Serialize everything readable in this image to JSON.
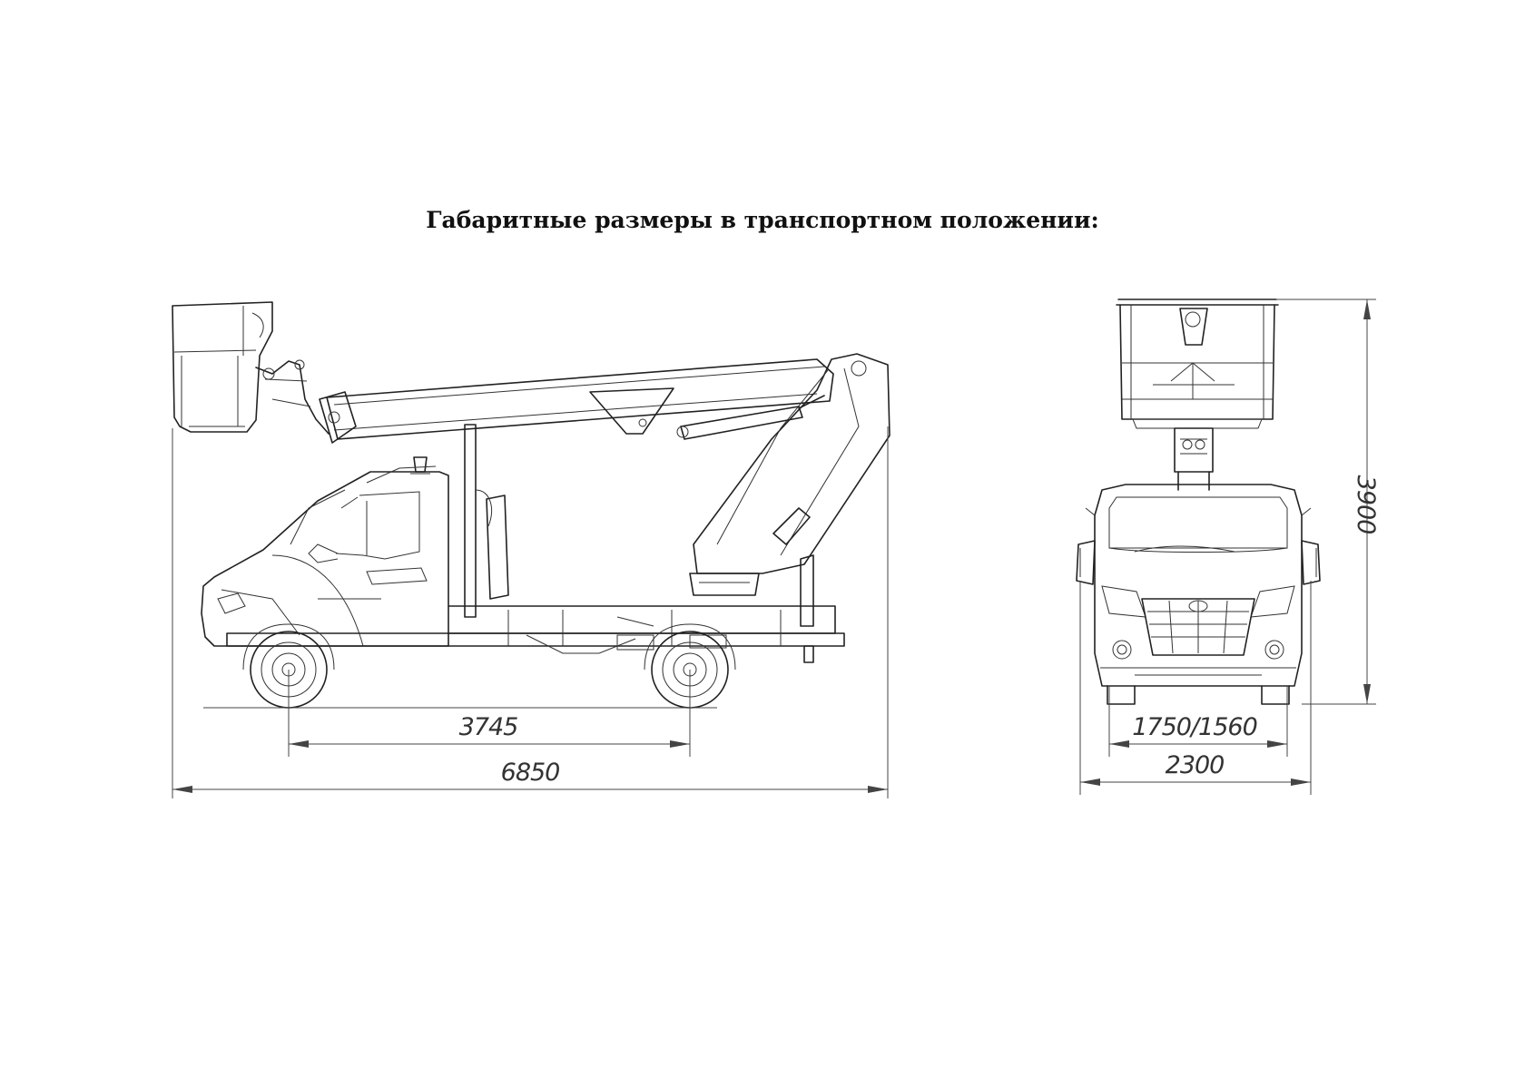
{
  "title": "Габаритные размеры в транспортном положении:",
  "side_view": {
    "dimensions": {
      "wheelbase": "3745",
      "overall_length": "6850"
    }
  },
  "front_view": {
    "dimensions": {
      "track": "1750/1560",
      "overall_width": "2300",
      "overall_height": "3900"
    }
  }
}
